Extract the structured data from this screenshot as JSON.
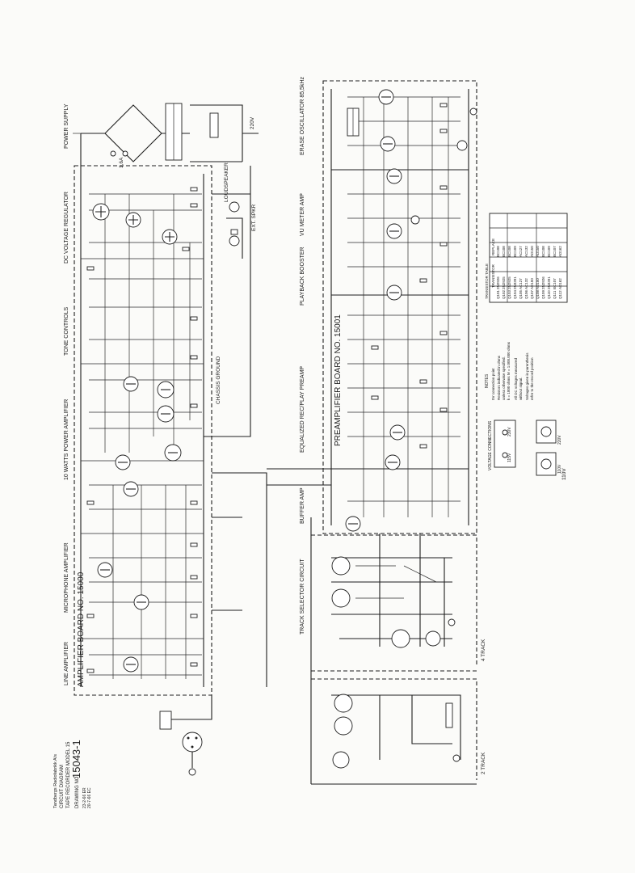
{
  "title_block": {
    "company": "Tandbergs Radiofabrikk A/s",
    "doc_type": "CIRCUIT DIAGRAM",
    "product": "TAPE RECORDER MODEL 15",
    "drawing_prefix": "DRAWING NO.",
    "drawing_number": "15043-1",
    "date1": "23-2-66 ER",
    "date2": "20-7-66 EC"
  },
  "sections": {
    "line_amplifier": "LINE AMPLIFIER",
    "microphone_amplifier": "MICROPHONE AMPLIFIER",
    "power_amplifier": "10 WATTS POWER AMPLIFIER",
    "tone_controls": "TONE CONTROLS",
    "dc_regulator": "DC VOLTAGE REGULATOR",
    "power_supply": "POWER SUPPLY",
    "track_selector": "TRACK SELECTOR CIRCUIT",
    "buffer_amp": "BUFFER AMP",
    "equalized_preamp": "EQUALIZED REC/PLAY PREAMP",
    "playback_booster": "PLAYBACK BOOSTER",
    "vu_meter_amp": "VU METER AMP",
    "erase_oscillator": "ERASE OSCILLATOR  85,5kHz"
  },
  "boards": {
    "amplifier": "AMPLIFIER BOARD NO. 15000",
    "preamplifier": "PREAMPLIFIER BOARD NO. 15001"
  },
  "tracks": {
    "four": "4 TRACK",
    "two": "2 TRACK"
  },
  "misc_labels": {
    "chassis_ground": "CHASSIS GROUND",
    "loudspeaker": "LOUDSPEAKER",
    "ext_spkr": "EXT. SPKR",
    "fuse": "1,6A",
    "mains": "220V",
    "voltage_110": "110V"
  },
  "notes": {
    "heading": "NOTES",
    "lines": [
      "5V  connection point",
      "Resistors indicated in ohms",
      "unless otherwise specified.",
      "k = 1000 ohms  M = 1.000.000 ohms",
      "All DC voltages measured",
      "without signal.",
      "Voltages given in parenthesis",
      "refer to the record position"
    ]
  },
  "transistor_table": {
    "title": "TRANSISTOR TABLE",
    "headers": [
      "",
      "TRANSISTOR",
      "REPLACE"
    ],
    "rows": [
      [
        "Q101",
        "2N2926",
        "BC108"
      ],
      [
        "Q102",
        "2N2925",
        "BC108"
      ],
      [
        "Q103",
        "2N2925",
        "BC108"
      ],
      [
        "Q104",
        "2N3391",
        "BC109"
      ],
      [
        "Q105",
        "AC127",
        "AC127"
      ],
      [
        "Q106",
        "AC132",
        "AC132"
      ],
      [
        "Q107",
        "AD150",
        "AD150"
      ],
      [
        "Q108",
        "AD150",
        "AD150"
      ],
      [
        "Q109",
        "2N2926",
        "BC108"
      ],
      [
        "Q110",
        "2N3391",
        "BC109"
      ],
      [
        "Q111",
        "BC107",
        "BC107"
      ],
      [
        "Q112",
        "AD162",
        "AD162"
      ]
    ]
  },
  "voltage_selector": {
    "label": "VOLTAGE CONNECTIONS",
    "v230": "230V",
    "v115": "115V",
    "v220": "220V",
    "v110": "110V"
  }
}
